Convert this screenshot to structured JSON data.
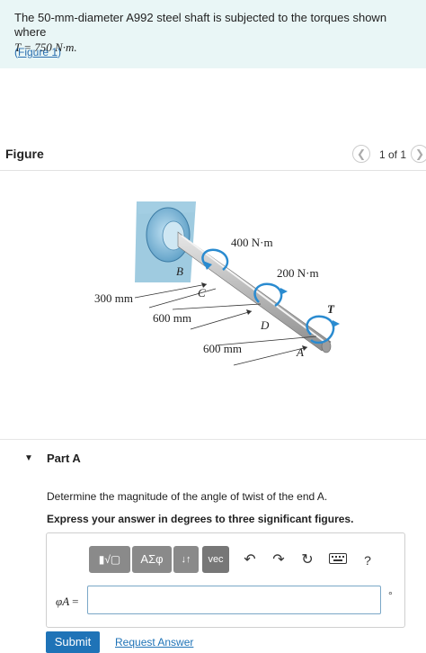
{
  "problem": {
    "line1": "The 50-mm-diameter A992 steel shaft is subjected to the torques shown where",
    "line2": "T = 750 N·m.",
    "figure_link_open": "(",
    "figure_link": "Figure 1",
    "figure_link_close": ")"
  },
  "figure_panel": {
    "title": "Figure",
    "pager_text": "1 of 1",
    "prev_icon": "chevron-left-icon",
    "next_icon": "chevron-right-icon"
  },
  "figure_labels": {
    "torque_400": "400 N·m",
    "torque_200": "200 N·m",
    "torque_T": "T",
    "point_B": "B",
    "point_C": "C",
    "point_D": "D",
    "point_A": "A",
    "dim_300": "300 mm",
    "dim_600a": "600 mm",
    "dim_600b": "600 mm"
  },
  "part_a": {
    "title": "Part A",
    "question": "Determine the magnitude of the angle of twist of the end A.",
    "instruction": "Express your answer in degrees to three significant figures.",
    "toolbar": {
      "templates_label": "▮√▢",
      "greek_label": "ΑΣφ",
      "arrows_label": "↓↑",
      "vec_label": "vec",
      "undo_icon": "undo-icon",
      "redo_icon": "redo-icon",
      "reset_icon": "reset-icon",
      "keyboard_icon": "keyboard-icon",
      "help_label": "?"
    },
    "answer_label": "φA",
    "answer_eq": "=",
    "answer_value": "",
    "unit": "°",
    "submit_label": "Submit",
    "request_label": "Request Answer"
  },
  "colors": {
    "problem_bg": "#e9f6f6",
    "link": "#1f73b7",
    "submit_bg": "#1f73b7",
    "toolbar_btn": "#8a8a8a",
    "torque_arrow": "#2a8bd0",
    "wall": "#7fb9d6"
  }
}
